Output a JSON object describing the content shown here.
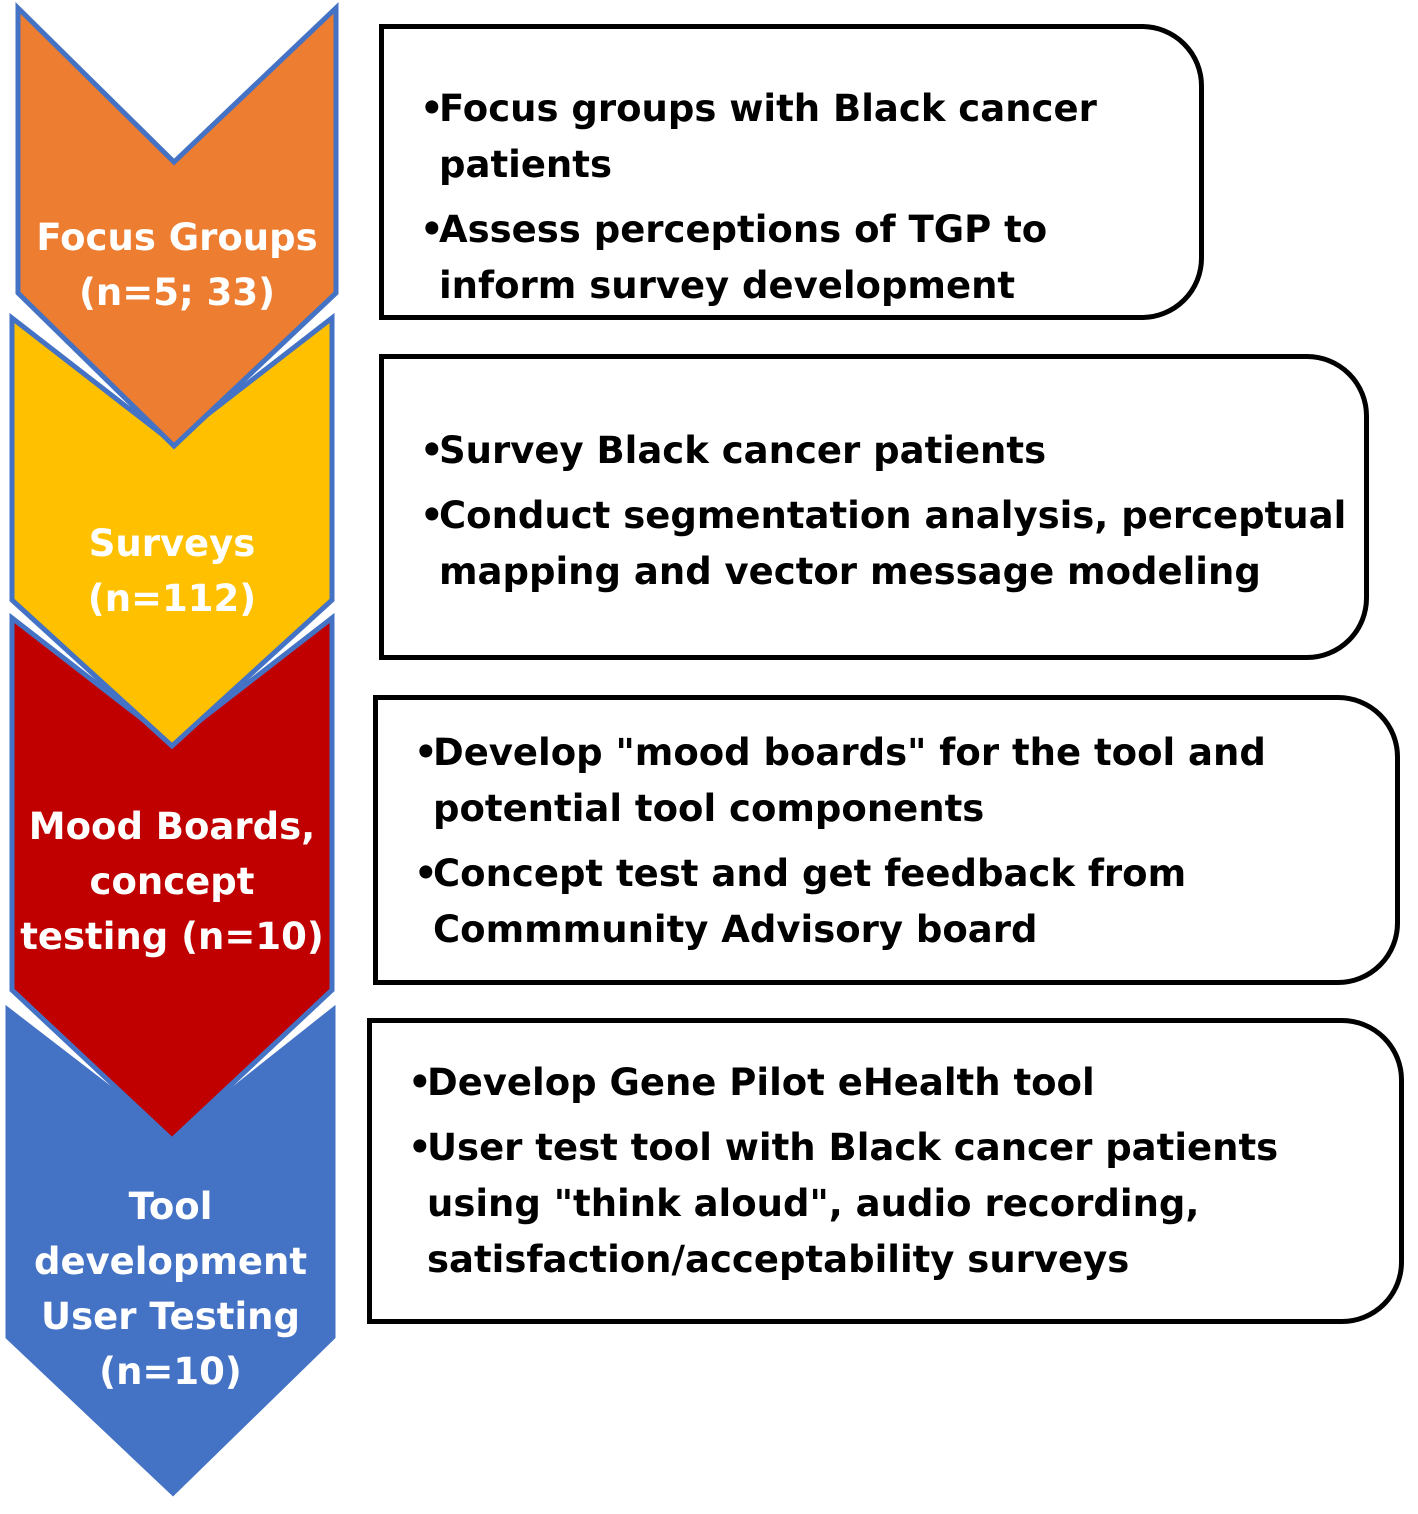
{
  "stages": [
    {
      "label_lines": [
        "Focus Groups",
        "(n=5; 33)"
      ],
      "color": "#ED7D31",
      "bullets": [
        [
          "Focus groups with Black cancer",
          "patients"
        ],
        [
          "Assess perceptions of TGP to",
          "inform survey development"
        ]
      ]
    },
    {
      "label_lines": [
        "Surveys",
        "(n=112)"
      ],
      "color": "#FFC000",
      "bullets": [
        [
          "Survey Black cancer patients"
        ],
        [
          "Conduct segmentation analysis, perceptual",
          "mapping and vector message modeling"
        ]
      ]
    },
    {
      "label_lines": [
        "Mood Boards,",
        "concept",
        "testing (n=10)"
      ],
      "color": "#C00000",
      "bullets": [
        [
          "Develop \"mood boards\" for the tool and",
          "potential tool components"
        ],
        [
          "Concept test and get feedback from",
          "Commmunity Advisory board"
        ]
      ]
    },
    {
      "label_lines": [
        "Tool",
        "development",
        "User Testing",
        "(n=10)"
      ],
      "color": "#4472C4",
      "bullets": [
        [
          "Develop Gene Pilot eHealth tool"
        ],
        [
          "User test tool with Black cancer patients",
          "using \"think aloud\", audio recording,",
          "satisfaction/acceptability surveys"
        ]
      ]
    }
  ],
  "bullet_glyph": "•",
  "chevron_outline_color": "#4472C4"
}
